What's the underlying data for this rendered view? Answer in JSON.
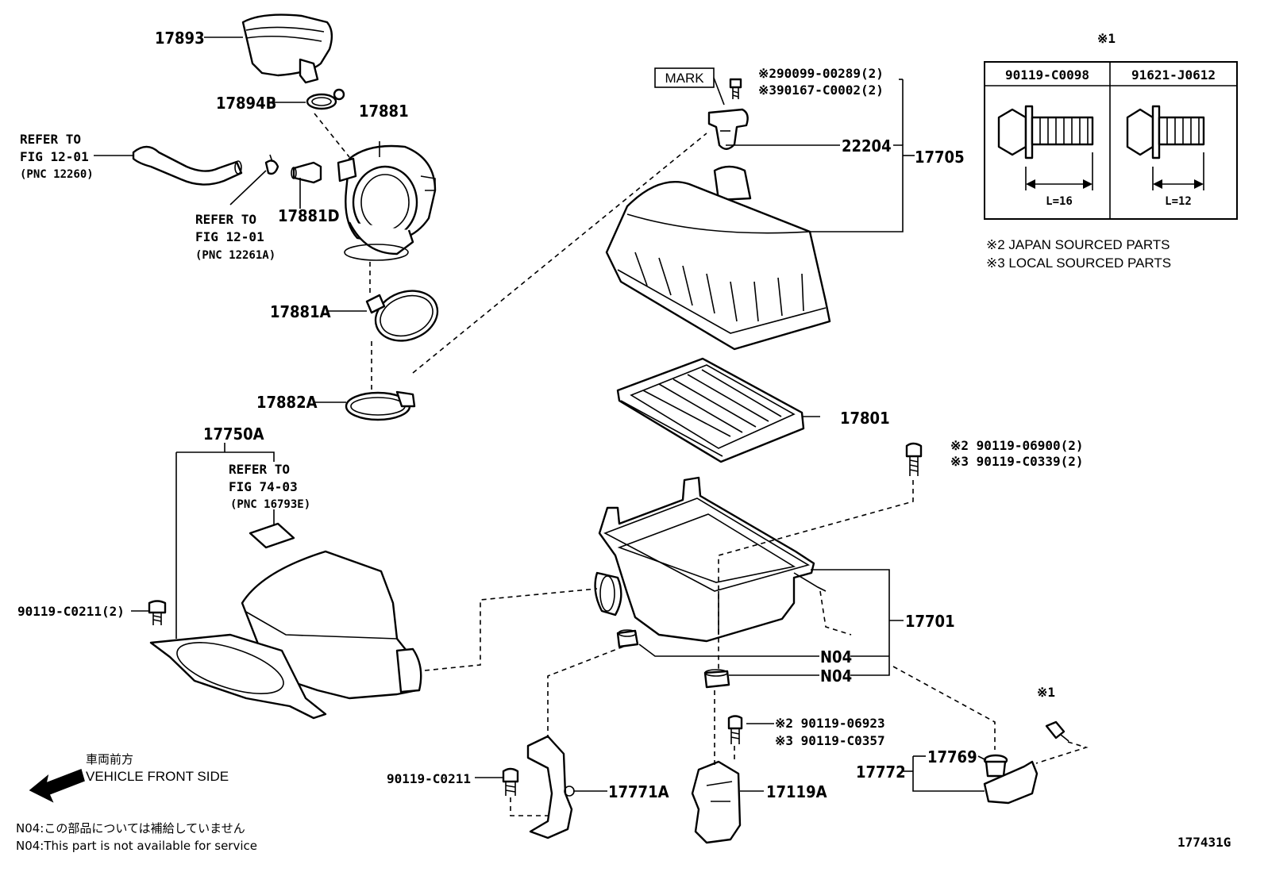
{
  "diagram_id": "177431G",
  "part_numbers": {
    "p17893": "17893",
    "p17894B": "17894B",
    "p17881": "17881",
    "p17881D": "17881D",
    "p17881A": "17881A",
    "p17882A": "17882A",
    "p17750A": "17750A",
    "p22204": "22204",
    "p17705": "17705",
    "p17801": "17801",
    "p17701": "17701",
    "p17771A": "17771A",
    "p17119A": "17119A",
    "p17769": "17769",
    "p17772": "17772",
    "n04a": "N04",
    "n04b": "N04",
    "bolt_c0211_2": "90119-C0211(2)",
    "bolt_c0211": "90119-C0211"
  },
  "refs": {
    "ref1": {
      "line1": "REFER TO",
      "line2": "FIG 12-01",
      "line3": "(PNC 12260)"
    },
    "ref2": {
      "line1": "REFER TO",
      "line2": "FIG 12-01",
      "line3": "(PNC 12261A)"
    },
    "ref3": {
      "line1": "REFER TO",
      "line2": "FIG 74-03",
      "line3": "(PNC 16793E)"
    }
  },
  "mark_label": "MARK",
  "callouts": {
    "top_a": "※290099-00289(2)",
    "top_b": "※390167-C0002(2)",
    "mid_a": "※2 90119-06900(2)",
    "mid_b": "※3 90119-C0339(2)",
    "low_a": "※2  90119-06923",
    "low_b": "※3  90119-C0357",
    "star1_a": "※1",
    "star1_b": "※1"
  },
  "bolt_table": {
    "col1": "90119-C0098",
    "col2": "91621-J0612",
    "len1": "L=16",
    "len2": "L=12"
  },
  "legend": {
    "line1": "※2 JAPAN SOURCED PARTS",
    "line2": "※3 LOCAL SOURCED PARTS"
  },
  "direction": {
    "jp": "車両前方",
    "en": "VEHICLE FRONT SIDE"
  },
  "footnotes": {
    "jp": "N04:この部品については補給していません",
    "en": "N04:This part is not available for service"
  }
}
